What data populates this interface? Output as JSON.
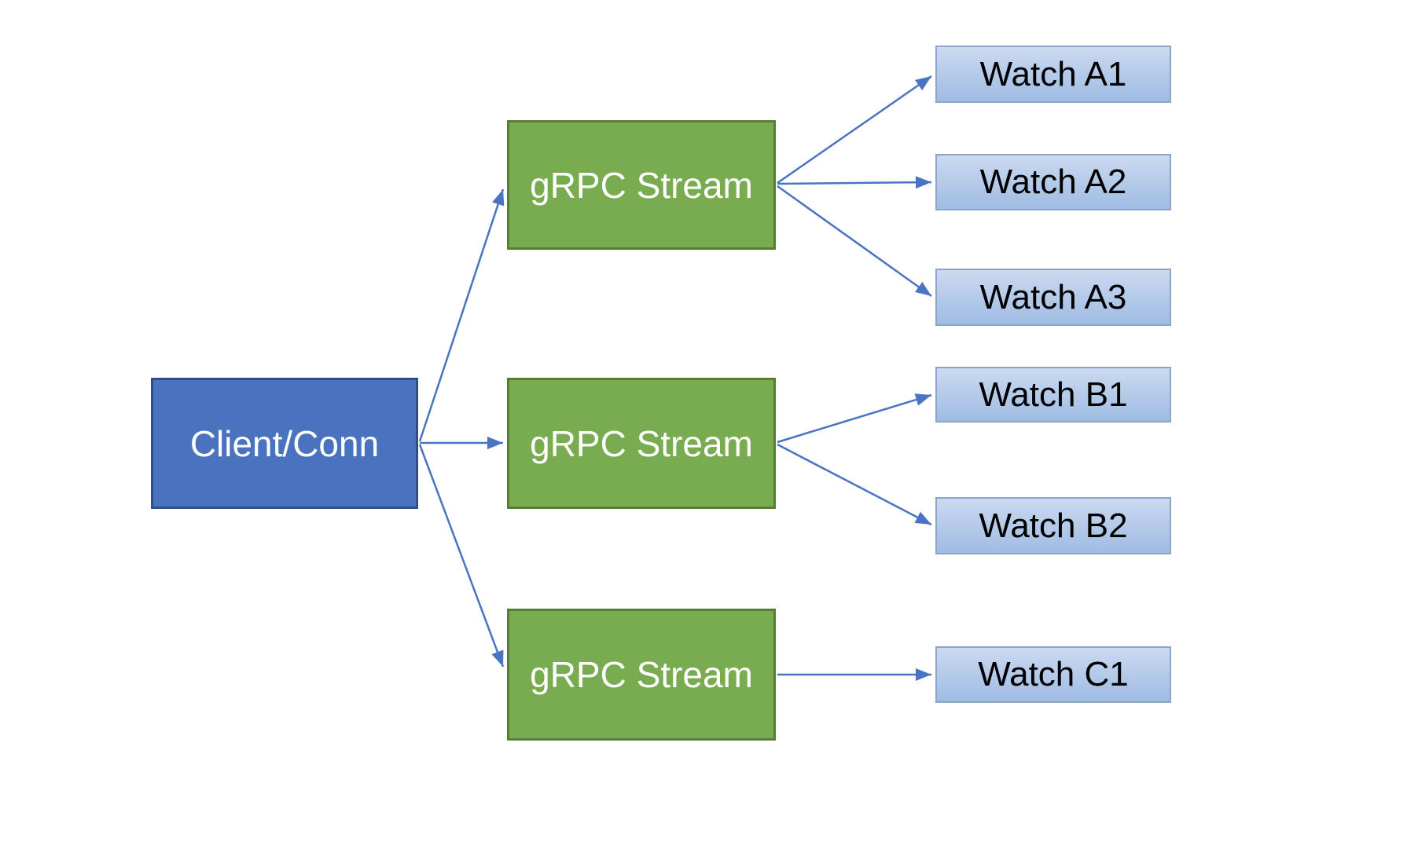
{
  "diagram": {
    "background_color": "#FFFFFF",
    "nodes": {
      "client": {
        "label": "Client/Conn",
        "type": "client",
        "fill": "#4973BE",
        "border": "#2F4E8C",
        "text_color": "#FFFFFF"
      },
      "stream1": {
        "label": "gRPC Stream",
        "type": "stream",
        "fill": "#79AC51",
        "border": "#587E33",
        "text_color": "#FFFFFF"
      },
      "stream2": {
        "label": "gRPC Stream",
        "type": "stream",
        "fill": "#79AC51",
        "border": "#587E33",
        "text_color": "#FFFFFF"
      },
      "stream3": {
        "label": "gRPC Stream",
        "type": "stream",
        "fill": "#79AC51",
        "border": "#587E33",
        "text_color": "#FFFFFF"
      },
      "watch_a1": {
        "label": "Watch A1",
        "type": "watch",
        "fill_top": "#CBDAF0",
        "fill_bottom": "#9FBCE3",
        "border": "#8EA5C8",
        "text_color": "#000000"
      },
      "watch_a2": {
        "label": "Watch A2",
        "type": "watch",
        "fill_top": "#CBDAF0",
        "fill_bottom": "#9FBCE3",
        "border": "#8EA5C8",
        "text_color": "#000000"
      },
      "watch_a3": {
        "label": "Watch A3",
        "type": "watch",
        "fill_top": "#CBDAF0",
        "fill_bottom": "#9FBCE3",
        "border": "#8EA5C8",
        "text_color": "#000000"
      },
      "watch_b1": {
        "label": "Watch B1",
        "type": "watch",
        "fill_top": "#CBDAF0",
        "fill_bottom": "#9FBCE3",
        "border": "#8EA5C8",
        "text_color": "#000000"
      },
      "watch_b2": {
        "label": "Watch B2",
        "type": "watch",
        "fill_top": "#CBDAF0",
        "fill_bottom": "#9FBCE3",
        "border": "#8EA5C8",
        "text_color": "#000000"
      },
      "watch_c1": {
        "label": "Watch C1",
        "type": "watch",
        "fill_top": "#CBDAF0",
        "fill_bottom": "#9FBCE3",
        "border": "#8EA5C8",
        "text_color": "#000000"
      }
    },
    "edges": [
      {
        "from": "client",
        "to": "stream1"
      },
      {
        "from": "client",
        "to": "stream2"
      },
      {
        "from": "client",
        "to": "stream3"
      },
      {
        "from": "stream1",
        "to": "watch_a1"
      },
      {
        "from": "stream1",
        "to": "watch_a2"
      },
      {
        "from": "stream1",
        "to": "watch_a3"
      },
      {
        "from": "stream2",
        "to": "watch_b1"
      },
      {
        "from": "stream2",
        "to": "watch_b2"
      },
      {
        "from": "stream3",
        "to": "watch_c1"
      }
    ],
    "connector_color": "#4A73C4"
  }
}
